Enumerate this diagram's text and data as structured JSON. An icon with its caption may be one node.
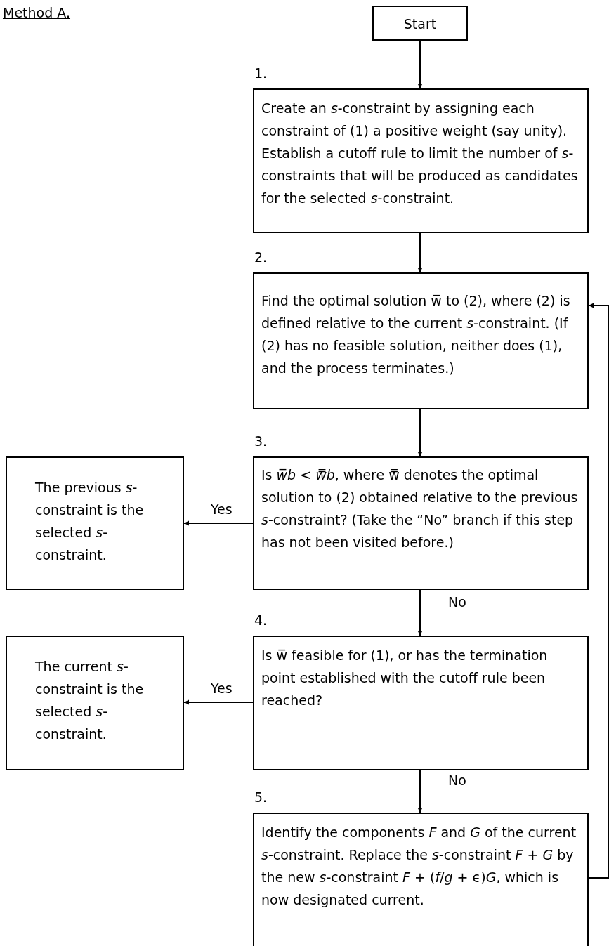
{
  "diagram": {
    "title": "Method A.",
    "nodes": [
      {
        "text": [
          "Start"
        ]
      },
      {
        "text": [
          "Create an *s*-constraint by assigning each constraint of (1) a positive weight (say unity). Establish a cutoff rule to limit the number of *s*-constraints that will be produced as candidates for the selected *s*-constraint."
        ],
        "beside": [
          "1."
        ]
      },
      {
        "text": [
          "Find the optimal solution w̅ to (2), where (2) is defined relative to the current *s*-constraint. (If (2) has no feasible solution, neither does (1), and the process terminates.)"
        ],
        "beside": [
          "2."
        ]
      },
      {
        "text": [
          "Is *w̅b* < *w̿b*, where w̿ denotes the optimal solution to (2) obtained relative to the previous *s*-constraint? (Take the “No” branch if this step has not been visited before.)"
        ],
        "beside": [
          "3."
        ]
      },
      {
        "text": [
          "The previous *s*-constraint is the selected *s*-constraint."
        ]
      },
      {
        "text": [
          "Is w̅ feasible for (1), or has the termination point established with the cutoff rule been reached?"
        ],
        "beside": [
          "4."
        ]
      },
      {
        "text": [
          "The current *s*-constraint is the selected *s*-constraint."
        ]
      },
      {
        "text": [
          "Identify the components *F* and *G* of the current *s*-constraint. Replace the *s*-constraint *F* + *G* by the new *s*-constraint *F* + (*f*/*g* + ϵ)*G*, which is now designated current."
        ],
        "beside": [
          "5."
        ]
      }
    ],
    "edges": [
      {
        "from": 0,
        "to": 1,
        "arrow": "to"
      },
      {
        "from": 1,
        "to": 2,
        "arrow": "to"
      },
      {
        "from": 2,
        "to": 3,
        "arrow": "to"
      },
      {
        "from": 3,
        "to": 4,
        "arrow": "to",
        "label": "Yes"
      },
      {
        "from": 3,
        "to": 5,
        "arrow": "to",
        "label": "No"
      },
      {
        "from": 5,
        "to": 6,
        "arrow": "to",
        "label": "Yes"
      },
      {
        "from": 5,
        "to": 7,
        "arrow": "to",
        "label": "No"
      },
      {
        "from": 7,
        "to": 2,
        "arrow": "to"
      }
    ]
  }
}
